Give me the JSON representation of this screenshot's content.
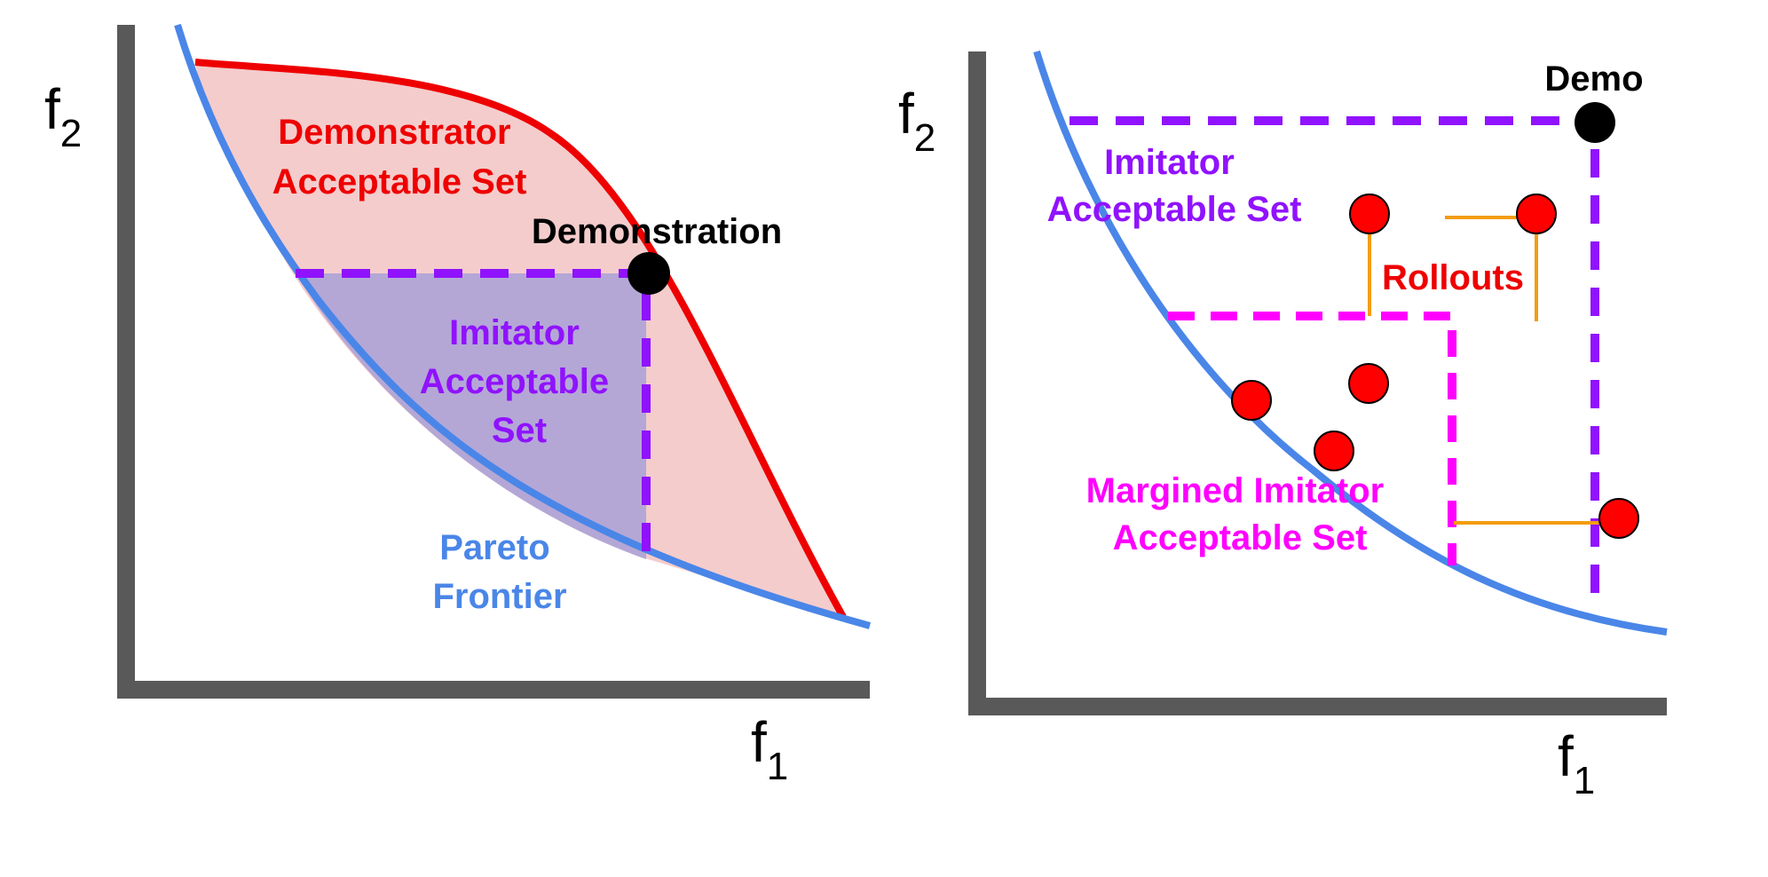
{
  "colors": {
    "axis": "#595959",
    "pareto": "#4a86e8",
    "demonstrator": "#ee0000",
    "demonstrator_fill": "#f4cccc",
    "imitator": "#9012fe",
    "imitator_fill": "#b4a7d6",
    "margined": "#ff00ff",
    "rollout": "#ff0000",
    "rollout_connector": "#f39c12",
    "demo_point": "#000000"
  },
  "left_panel": {
    "axis_y_label": "f",
    "axis_y_sub": "2",
    "axis_x_label": "f",
    "axis_x_sub": "1",
    "demonstrator_set_line1": "Demonstrator",
    "demonstrator_set_line2": "Acceptable Set",
    "demonstration_label": "Demonstration",
    "imitator_set_line1": "Imitator",
    "imitator_set_line2": "Acceptable",
    "imitator_set_line3": "Set",
    "pareto_line1": "Pareto",
    "pareto_line2": "Frontier"
  },
  "right_panel": {
    "axis_y_label": "f",
    "axis_y_sub": "2",
    "axis_x_label": "f",
    "axis_x_sub": "1",
    "demo_label": "Demo",
    "imitator_set_line1": "Imitator",
    "imitator_set_line2": "Acceptable Set",
    "rollouts_label": "Rollouts",
    "margined_set_line1": "Margined Imitator",
    "margined_set_line2": "Acceptable Set"
  }
}
